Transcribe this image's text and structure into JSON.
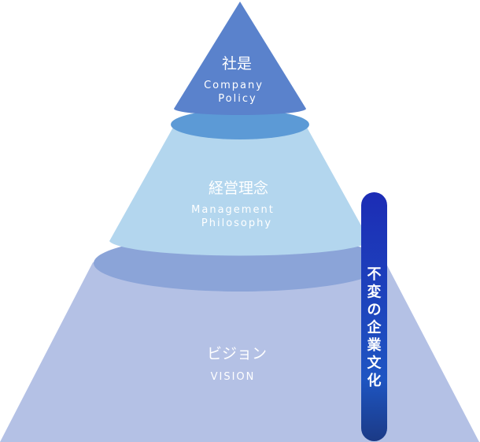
{
  "pyramid": {
    "top": {
      "title_jp": "社是",
      "title_en_line1": "Company",
      "title_en_line2": "Policy",
      "color": "#5a82cc"
    },
    "middle": {
      "title_jp": "経営理念",
      "title_en_line1": "Management",
      "title_en_line2": "Philosophy",
      "color": "#b3d6ee"
    },
    "bottom": {
      "title_jp": "ビジョン",
      "title_en_line1": "VISION",
      "color": "#b4c1e5"
    }
  },
  "side_bar": {
    "chars": [
      "不",
      "変",
      "の",
      "企",
      "業",
      "文",
      "化"
    ],
    "color_top": "#1a2fb3",
    "color_bottom": "#1b3a8a"
  }
}
